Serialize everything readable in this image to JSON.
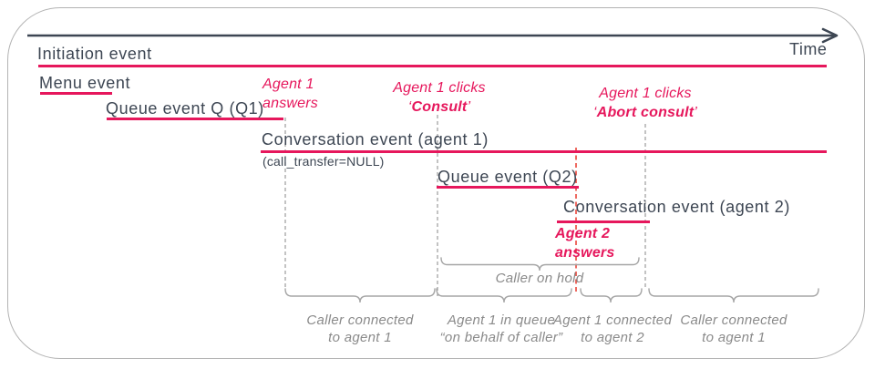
{
  "colors": {
    "accent_pink": "#E6175C",
    "marker_red": "#E83A2E",
    "text_dark": "#3D4653",
    "muted_gray": "#8A8A8A",
    "brace_gray": "#A6A6A6",
    "dash_gray": "#9B9B9B",
    "frame_border": "#B3B3B3"
  },
  "axis": {
    "label": "Time",
    "arrow_icon": "right-arrow"
  },
  "events": [
    {
      "id": "initiation",
      "label": "Initiation event"
    },
    {
      "id": "menu",
      "label": "Menu event"
    },
    {
      "id": "queue_q1",
      "label": "Queue event Q (Q1)"
    },
    {
      "id": "conversation_agent1",
      "label": "Conversation event (agent 1)",
      "sublabel": "(call_transfer=NULL)"
    },
    {
      "id": "queue_q2",
      "label": "Queue event (Q2)"
    },
    {
      "id": "conversation_agent2",
      "label": "Conversation event (agent 2)"
    }
  ],
  "annotations": {
    "agent1_answers": {
      "line1": "Agent 1",
      "line2": "answers"
    },
    "consult_click": {
      "line1": "Agent 1 clicks",
      "quote_open": "‘",
      "action": "Consult",
      "quote_close": "’"
    },
    "abort_click": {
      "line1": "Agent 1 clicks",
      "quote_open": "‘",
      "action": "Abort consult",
      "quote_close": "’"
    },
    "agent2_answers": {
      "line1": "Agent 2",
      "line2": "answers"
    },
    "caller_on_hold": "Caller on hold"
  },
  "phases": [
    {
      "line1": "Caller connected",
      "line2": "to agent 1"
    },
    {
      "line1": "Agent 1 in queue",
      "line2": "“on behalf of caller”"
    },
    {
      "line1": "Agent 1 connected",
      "line2": "to agent 2"
    },
    {
      "line1": "Caller connected",
      "line2": "to agent 1"
    }
  ]
}
